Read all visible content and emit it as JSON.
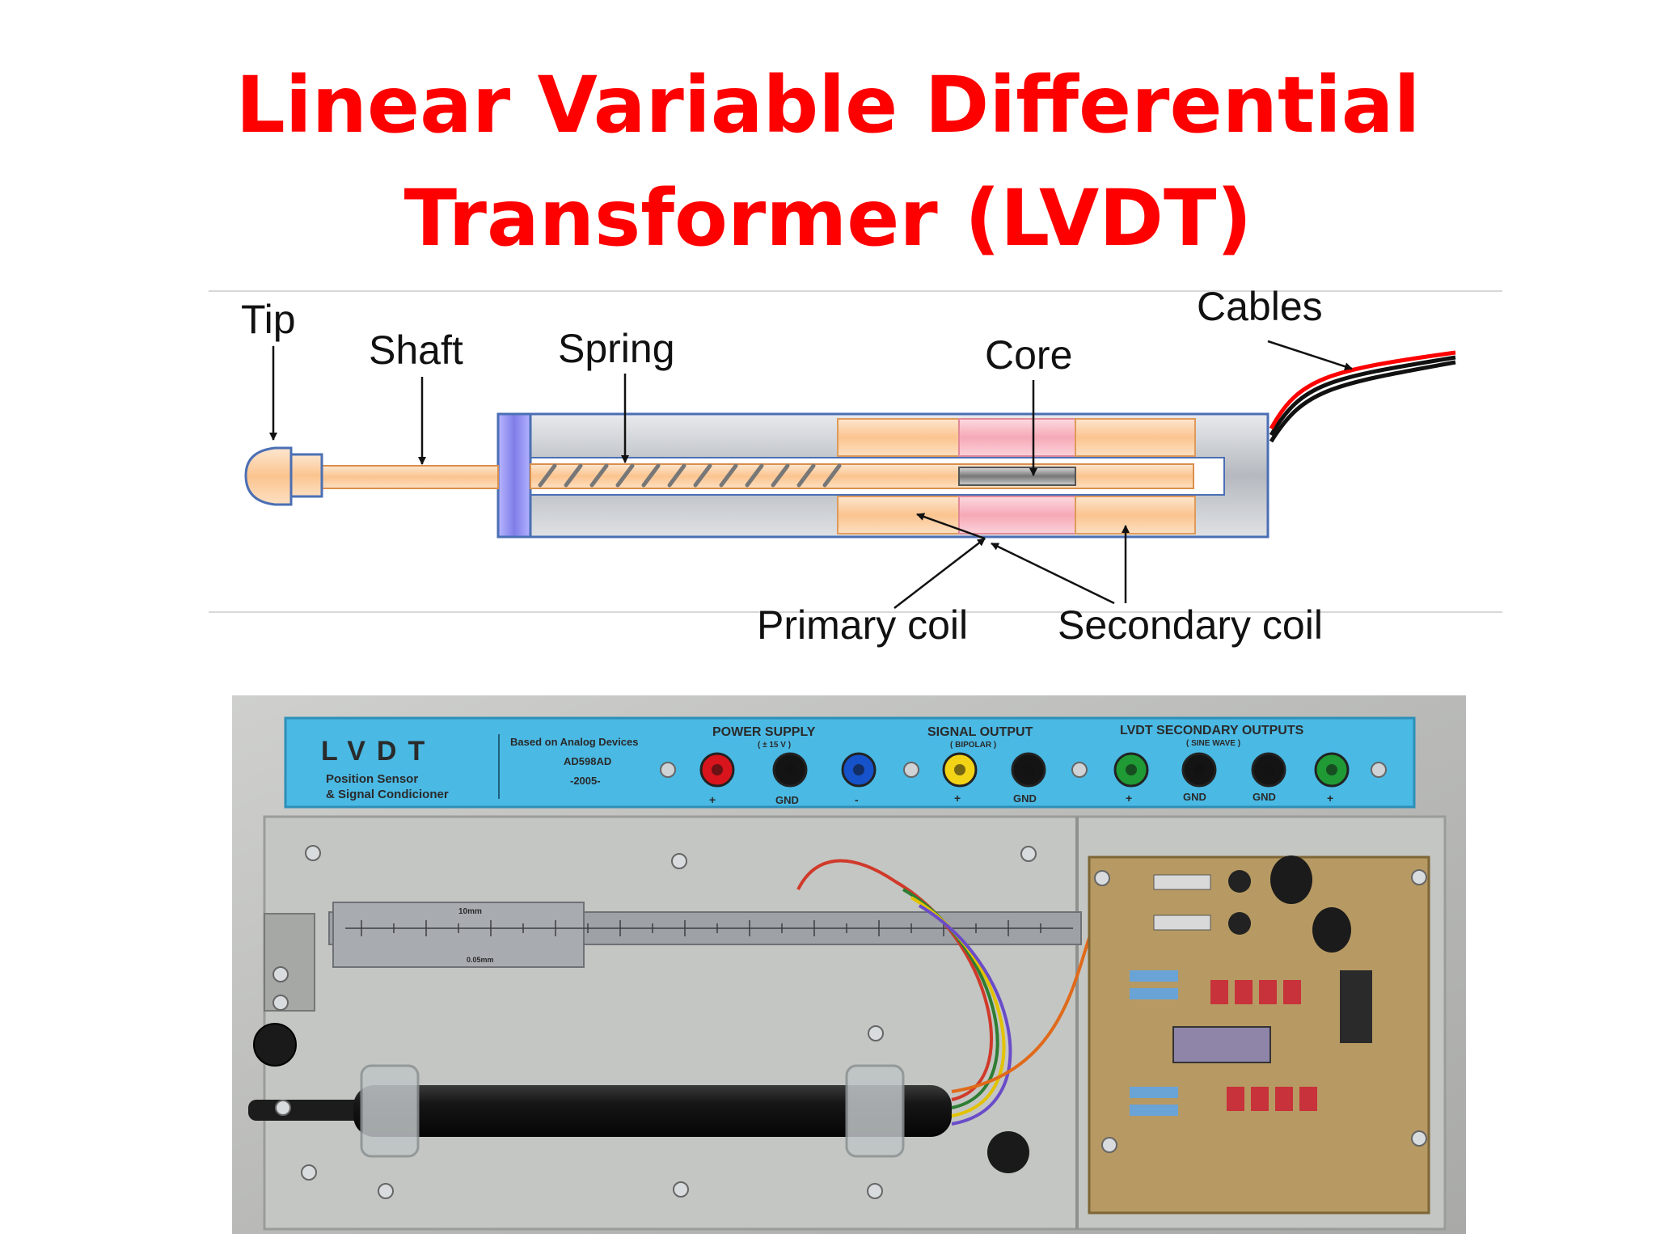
{
  "slide": {
    "title_line1": "Linear Variable Differential",
    "title_line2": "Transformer (LVDT)"
  },
  "diagram": {
    "labels": {
      "tip": "Tip",
      "shaft": "Shaft",
      "spring": "Spring",
      "core": "Core",
      "cables": "Cables",
      "primary_coil": "Primary coil",
      "secondary_coil": "Secondary coil"
    },
    "colors": {
      "coil_orange": "#fcd3a8",
      "coil_pink": "#f7bcc6",
      "housing_gray": "#c9ccd1",
      "endcap_blue": "#8f8ef0",
      "title_red": "#ff0000"
    }
  },
  "photo": {
    "panel": {
      "brand": "LVDT",
      "subtitle_line1": "Position Sensor",
      "subtitle_line2": "& Signal Condicioner",
      "based_on": "Based on Analog Devices",
      "model": "AD598AD",
      "year": "-2005-",
      "power_supply": "POWER SUPPLY",
      "power_range": "( ± 15 V )",
      "signal_output": "SIGNAL OUTPUT",
      "bipolar": "( BIPOLAR )",
      "secondary_outputs": "LVDT SECONDARY OUTPUTS",
      "sine_wave": "( SINE WAVE )",
      "plus": "+",
      "minus": "-",
      "gnd": "GND"
    },
    "ruler_mark": "10mm",
    "ruler_mark_small": "0.05mm"
  }
}
